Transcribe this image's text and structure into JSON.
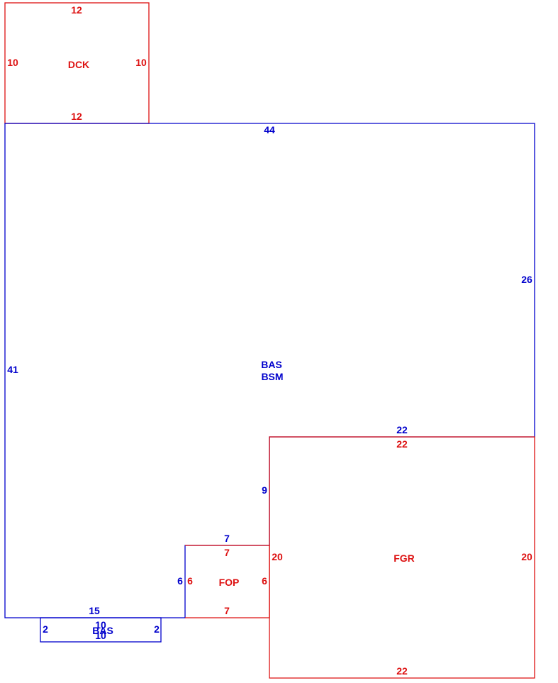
{
  "colors": {
    "blue": "#0000cc",
    "red": "#dd1111",
    "background": "#ffffff"
  },
  "areas": {
    "main": {
      "codes": [
        "BAS",
        "BSM"
      ]
    },
    "deck": {
      "code": "DCK",
      "top": "12",
      "bottom": "12",
      "left": "10",
      "right": "10"
    },
    "porch": {
      "code": "FOP",
      "top_outer": "7",
      "top_inner": "7",
      "bottom": "7",
      "left_outer": "6",
      "left_inner": "6",
      "right": "6"
    },
    "garage": {
      "code": "FGR",
      "top": "22",
      "left": "20",
      "right": "20",
      "bottom": "22"
    },
    "bump": {
      "code": "BAS",
      "top": "10",
      "bottom": "10",
      "left": "2",
      "right": "2"
    }
  },
  "main_dims": {
    "top": "44",
    "left": "41",
    "right": "26",
    "inner_top": "22",
    "inner_vertical": "9",
    "porch_top": "7",
    "porch_side": "6",
    "bottom": "15"
  }
}
